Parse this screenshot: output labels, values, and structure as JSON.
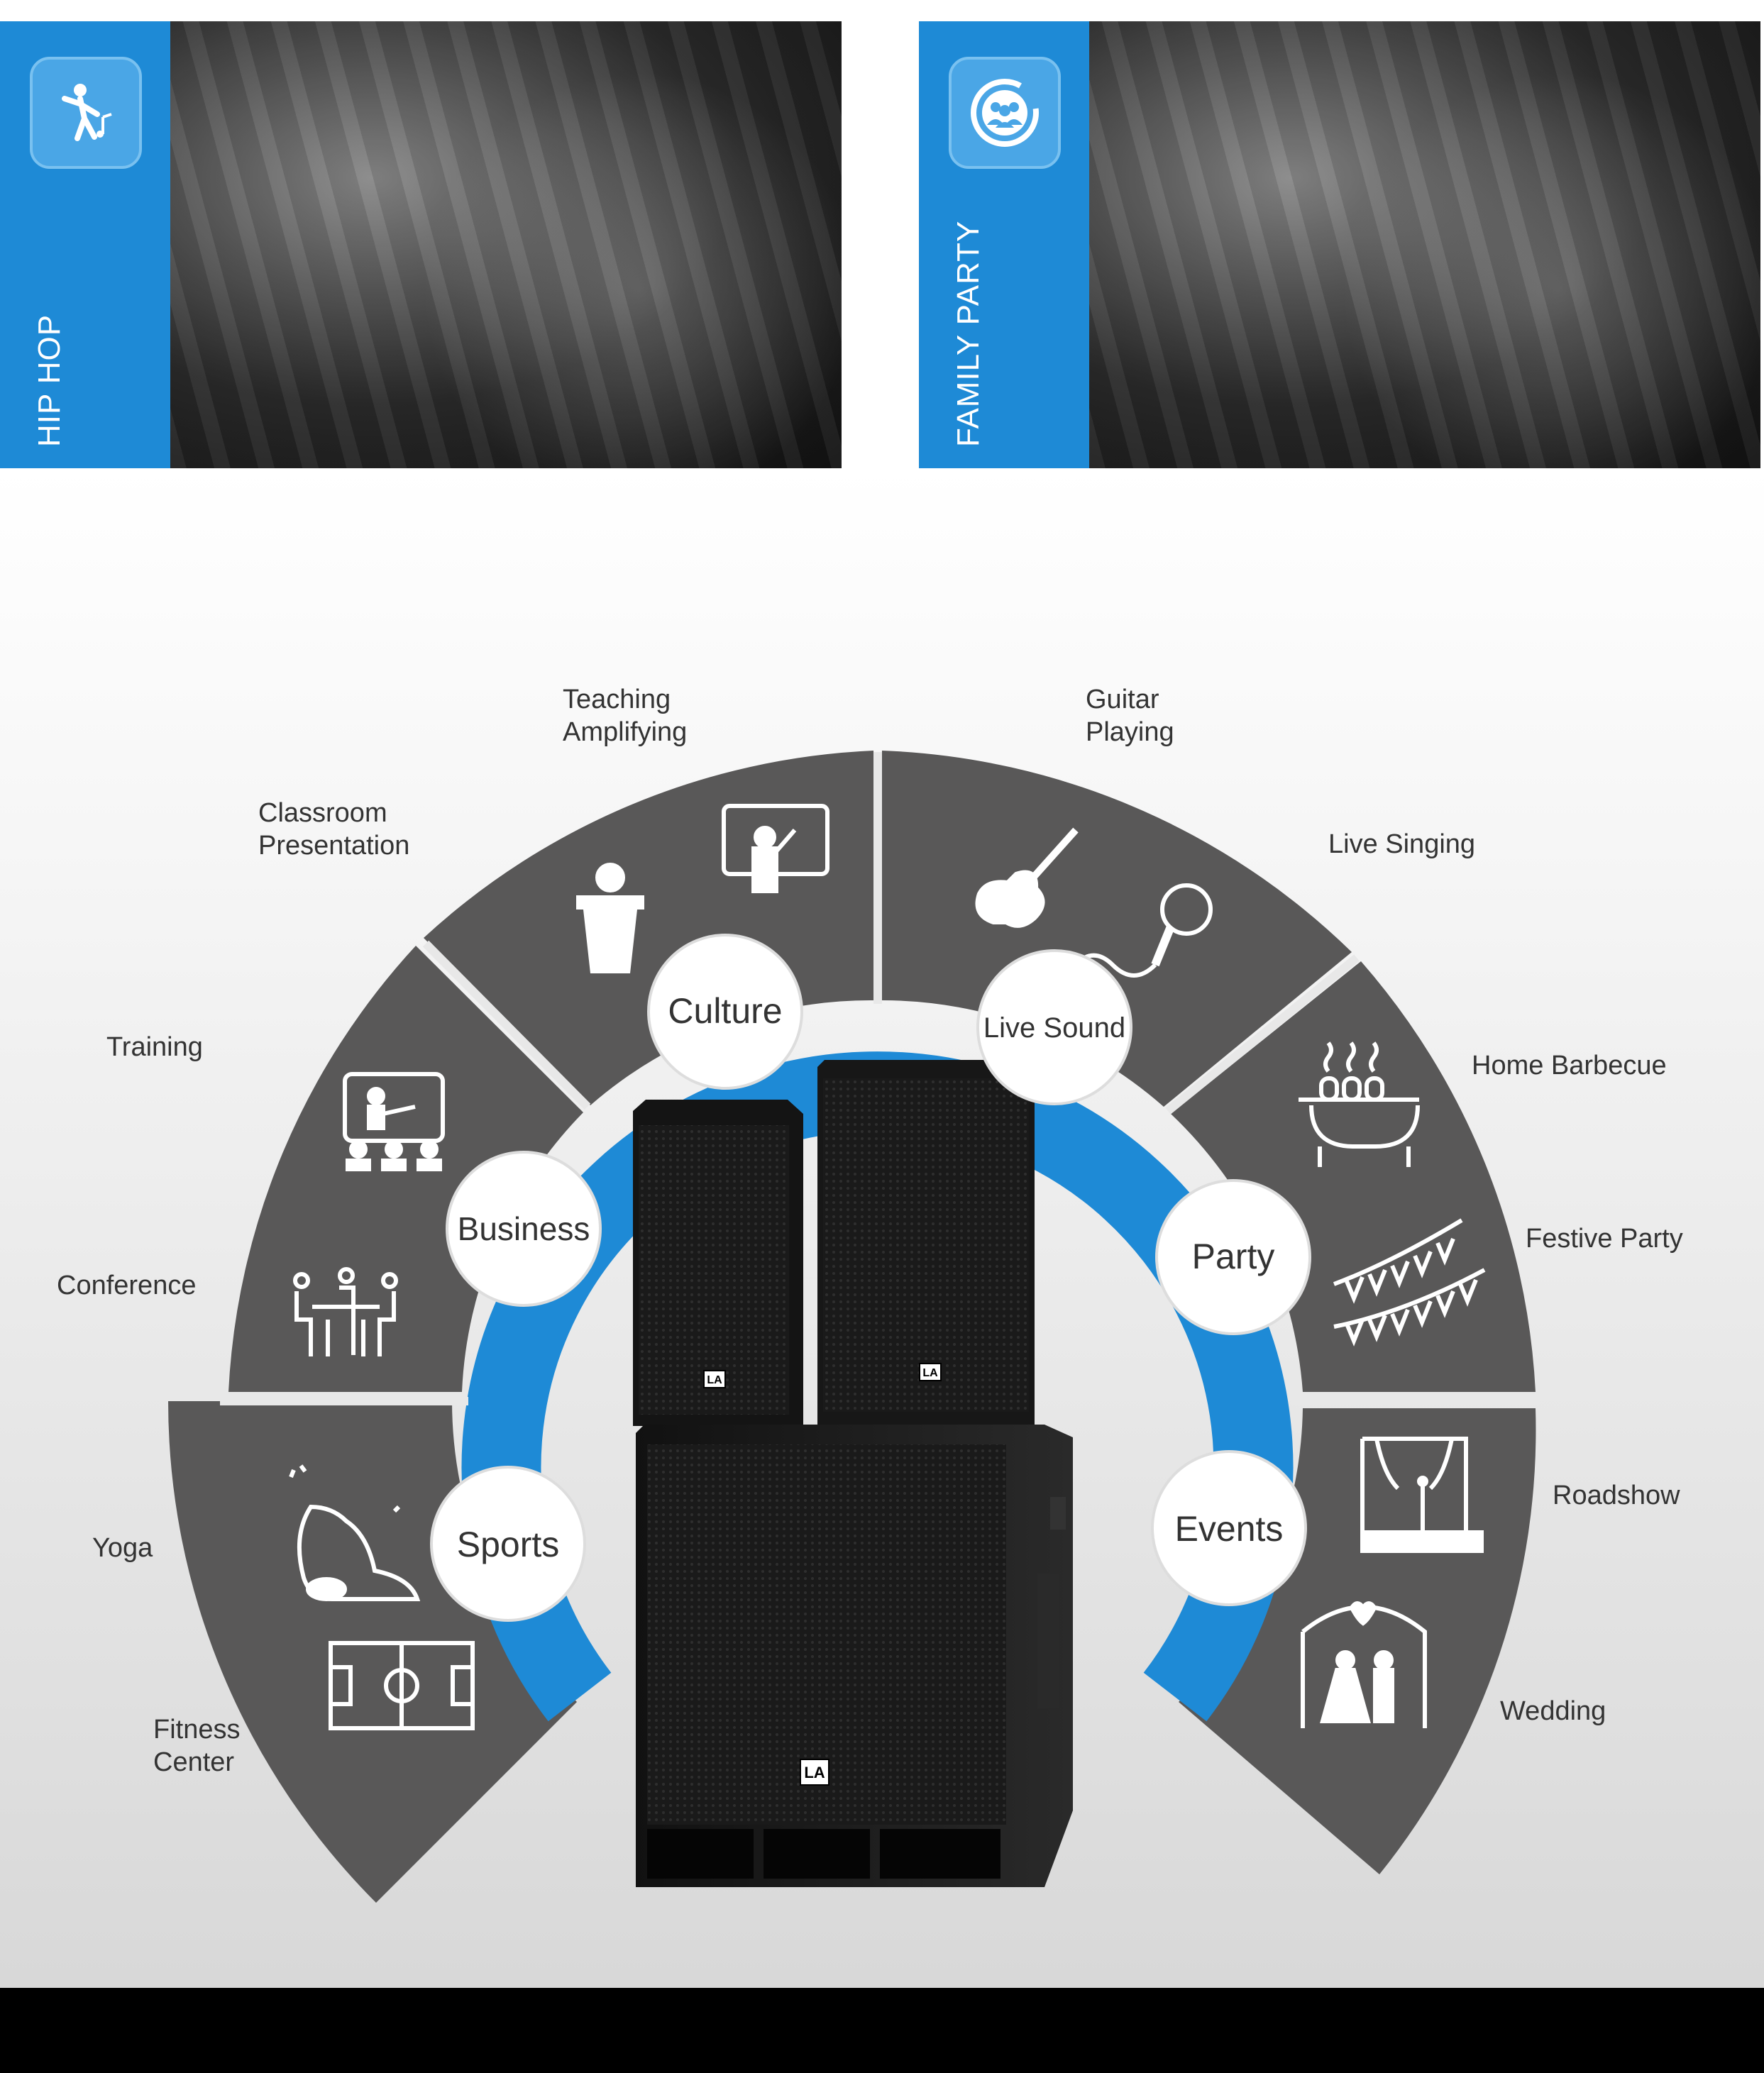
{
  "banners": [
    {
      "label": "HIP HOP",
      "icon": "dancer-icon"
    },
    {
      "label": "FAMILY PARTY",
      "icon": "family-group-icon"
    }
  ],
  "categories": {
    "culture": "Culture",
    "live_sound": "Live Sound",
    "business": "Business",
    "party": "Party",
    "sports": "Sports",
    "events": "Events"
  },
  "applications": {
    "teaching": [
      "Teaching",
      "Amplifying"
    ],
    "guitar": [
      "Guitar",
      "Playing"
    ],
    "classroom": [
      "Classroom",
      "Presentation"
    ],
    "live_singing": "Live Singing",
    "training": "Training",
    "home_barbecue": "Home Barbecue",
    "conference": "Conference",
    "festive_party": "Festive Party",
    "yoga": "Yoga",
    "roadshow": "Roadshow",
    "fitness": [
      "Fitness",
      "Center"
    ],
    "wedding": "Wedding"
  },
  "product": {
    "logo_text": "LA"
  },
  "colors": {
    "accent_blue": "#1e8ad6",
    "segment_gray": "#595858",
    "speaker_black": "#1b1b1b",
    "footer": "#000000"
  }
}
